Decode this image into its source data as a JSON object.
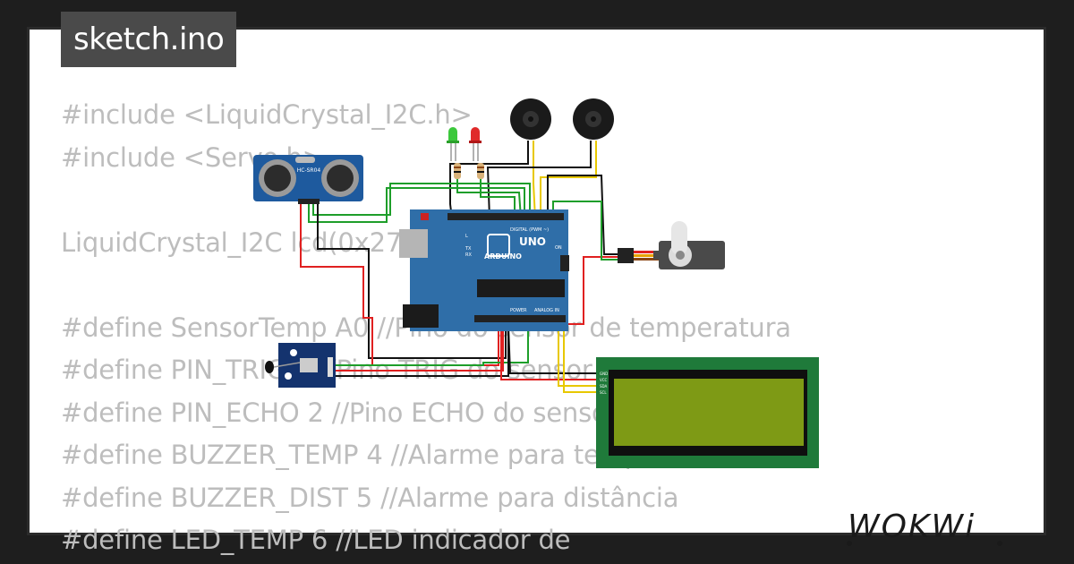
{
  "title": "sketch.ino",
  "code_lines": [
    "#include <LiquidCrystal_I2C.h>",
    "#include <Servo.h>",
    "",
    "LiquidCrystal_I2C lcd(0x27",
    "",
    "#define SensorTemp A0 //Pino do sensor de temperatura",
    "#define PIN_TRIG 3 //Pino TRIG do sensor",
    "#define PIN_ECHO 2 //Pino ECHO do sensor",
    "#define BUZZER_TEMP 4 //Alarme para temperatura",
    "#define BUZZER_DIST 5 //Alarme para distância",
    "#define LED_TEMP 6 //LED indicador de"
  ],
  "board": {
    "brand": "ARDUINO",
    "model": "UNO",
    "digital_label": "DIGITAL (PWM ~)",
    "power_label": "POWER",
    "analog_label": "ANALOG IN",
    "on_label": "ON",
    "tx_label": "TX",
    "rx_label": "RX",
    "l_label": "L"
  },
  "ultrasonic": {
    "label": "HC-SR04"
  },
  "lcd": {
    "pins": [
      "GND",
      "VCC",
      "SDA",
      "SCL"
    ]
  },
  "logo": {
    "text": "WOKWi"
  },
  "colors": {
    "background": "#1e1e1e",
    "card": "#ffffff",
    "code_text": "#bdbdbd",
    "badge": "#4a4a4a",
    "arduino": "#2f6ea8",
    "lcd_frame": "#1f7a3a",
    "lcd_screen": "#7e9a15",
    "wire_red": "#e02020",
    "wire_green": "#1e9e2a",
    "wire_black": "#111111",
    "wire_yellow": "#e8c800"
  }
}
